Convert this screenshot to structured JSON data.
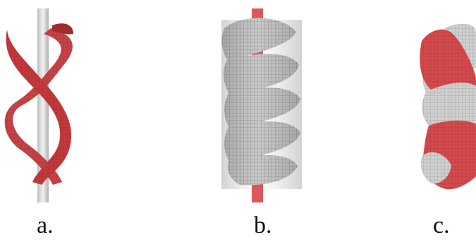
{
  "panels": [
    {
      "id": "a",
      "label": "a."
    },
    {
      "id": "b",
      "label": "b."
    },
    {
      "id": "c",
      "label": "c."
    }
  ],
  "colors": {
    "red": "#c2393c",
    "red_dark": "#8f2023",
    "gray": "#c9c9c9",
    "gray_dark": "#6e6e6e",
    "rod_gray": "#d8d8d8",
    "rod_red": "#d9595c"
  }
}
